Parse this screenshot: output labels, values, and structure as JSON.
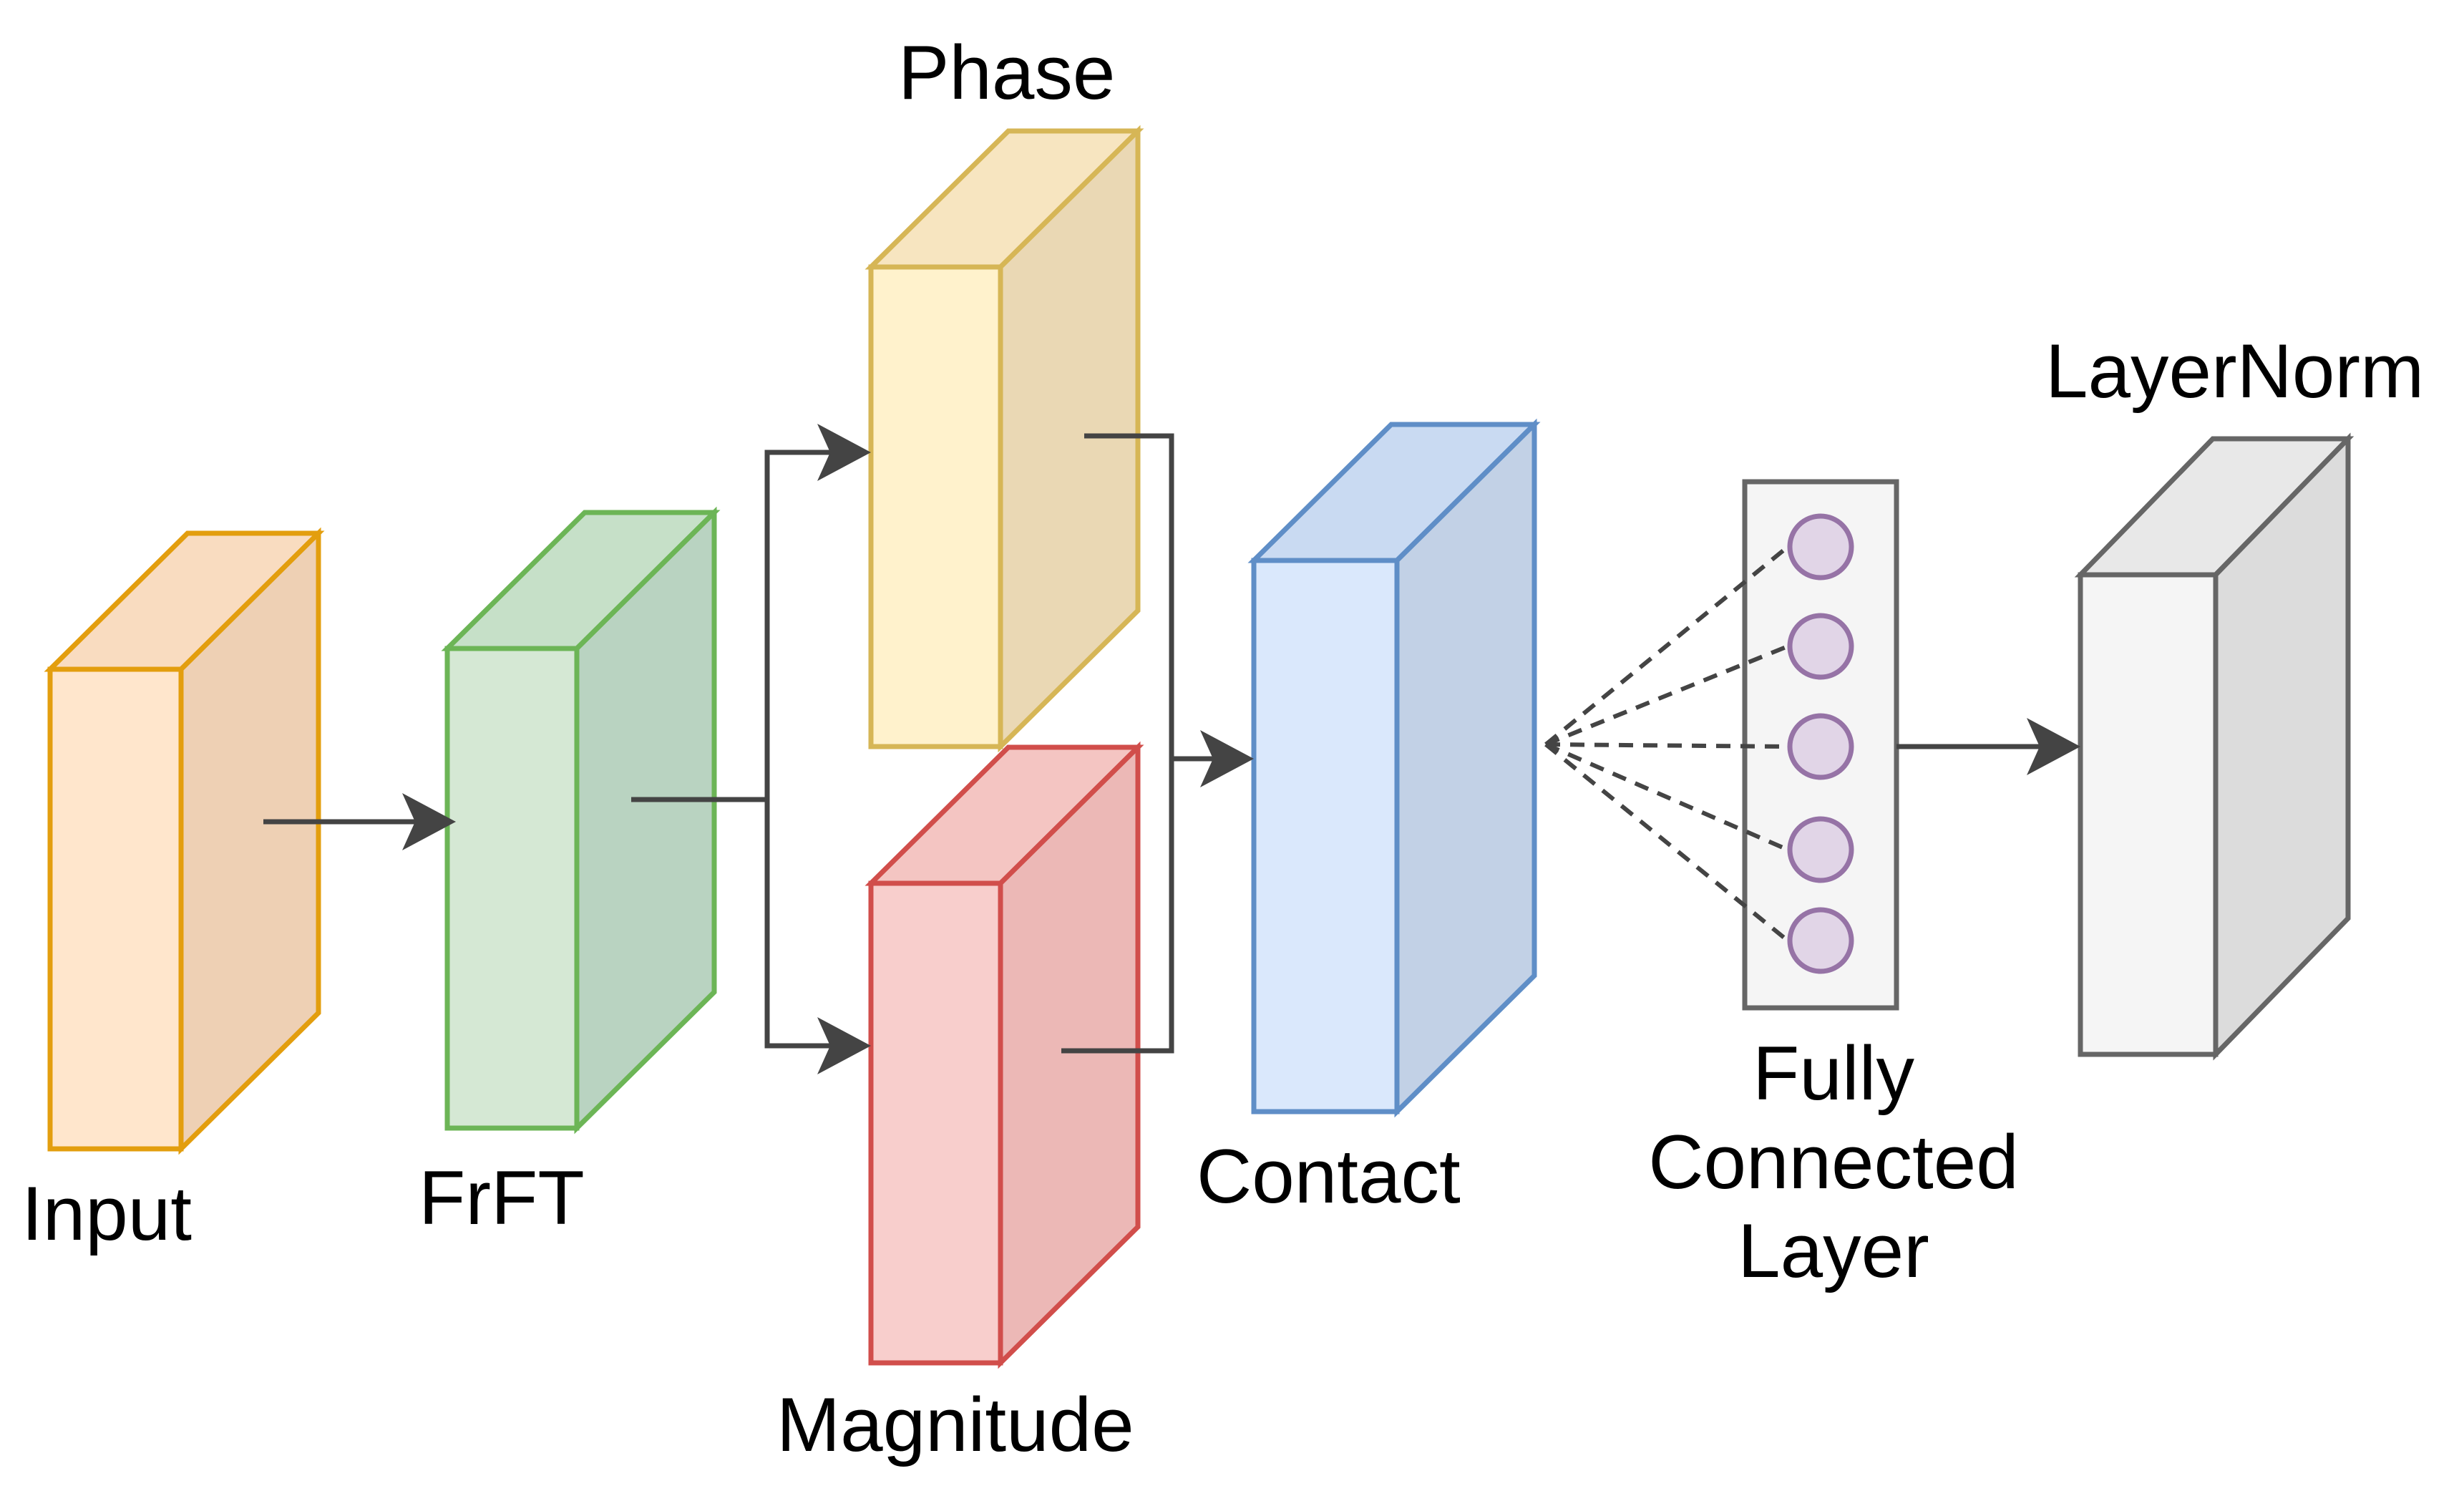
{
  "nodes": [
    {
      "id": "input",
      "label": "Input",
      "colors": {
        "front": "#ffe6cc",
        "side": "#eed0b4",
        "top": "#f9dcc0",
        "stroke": "#e39e0e"
      }
    },
    {
      "id": "frft",
      "label": "FrFT",
      "colors": {
        "front": "#d5e8d4",
        "side": "#b9d3c1",
        "top": "#c6e0c8",
        "stroke": "#6cb556"
      }
    },
    {
      "id": "phase",
      "label": "Phase",
      "colors": {
        "front": "#fff2cc",
        "side": "#ead8b4",
        "top": "#f7e5c0",
        "stroke": "#d6b656"
      }
    },
    {
      "id": "magnitude",
      "label": "Magnitude",
      "colors": {
        "front": "#f8cecc",
        "side": "#ecb8b6",
        "top": "#f4c5c2",
        "stroke": "#d14e4b"
      }
    },
    {
      "id": "contact",
      "label": "Contact",
      "colors": {
        "front": "#dae8fc",
        "side": "#c2d1e6",
        "top": "#c9daf2",
        "stroke": "#5f8ec7"
      }
    },
    {
      "id": "fc",
      "label_lines": [
        "Fully",
        "Connected",
        "Layer"
      ],
      "neuron_count": 5,
      "colors": {
        "frame_fill": "#f5f5f5",
        "frame_stroke": "#666666",
        "neuron_fill": "#e1d5e7",
        "neuron_stroke": "#9673a6"
      }
    },
    {
      "id": "layernorm",
      "label": "LayerNorm",
      "colors": {
        "front": "#f5f5f5",
        "side": "#dcdcdc",
        "top": "#e8e8e8",
        "stroke": "#666666"
      }
    }
  ],
  "edges": [
    {
      "from": "input",
      "to": "frft",
      "style": "solid-arrow"
    },
    {
      "from": "frft",
      "to": "phase",
      "style": "solid-arrow"
    },
    {
      "from": "frft",
      "to": "magnitude",
      "style": "solid-arrow"
    },
    {
      "from": "phase",
      "to": "contact",
      "style": "solid-arrow"
    },
    {
      "from": "magnitude",
      "to": "contact",
      "style": "solid-arrow"
    },
    {
      "from": "contact",
      "to": "fc",
      "style": "dashed"
    },
    {
      "from": "fc",
      "to": "layernorm",
      "style": "solid-arrow"
    }
  ]
}
